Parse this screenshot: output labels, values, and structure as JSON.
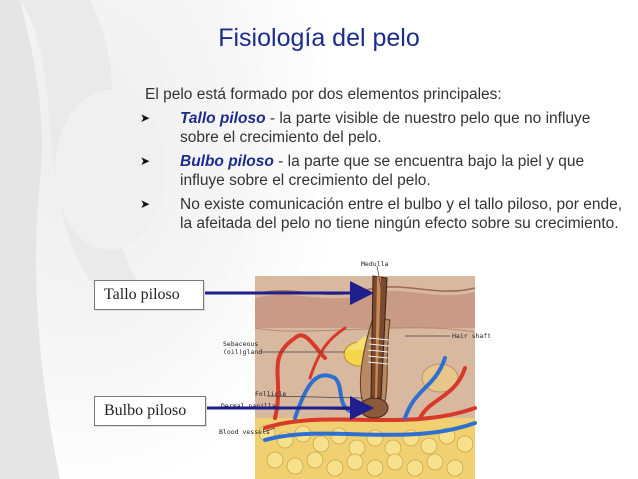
{
  "slide": {
    "title": "Fisiología del pelo",
    "intro": "El pelo está formado por dos elementos principales:",
    "bullets": [
      {
        "emph": "Tallo piloso",
        "text": " - la parte visible de nuestro pelo que no influye sobre el crecimiento del pelo."
      },
      {
        "emph": "Bulbo piloso",
        "text": " - la parte que se encuentra bajo la piel y que influye sobre el crecimiento del pelo."
      },
      {
        "emph": "",
        "text": "No existe comunicación entre el bulbo y el tallo piloso, por ende, la afeitada del pelo no tiene ningún efecto sobre su crecimiento."
      }
    ]
  },
  "labels": {
    "tallo": "Tallo piloso",
    "bulbo": "Bulbo piloso"
  },
  "diagram": {
    "medulla": "Medulla",
    "hair_shaft": "Hair shaft",
    "sebaceous": "Sebaceous",
    "oil_gland": "(oil)gland",
    "follicle": "Follicle",
    "dermal_papilla": "Dermal papilla",
    "blood_vessels": "Blood vessels"
  },
  "colors": {
    "title": "#1b2c8a",
    "arrow": "#1e1e8c",
    "skin": "#d8b9a0",
    "hair": "#7a4a2e",
    "fat": "#f2d46a",
    "vein": "#2e6fd0",
    "artery": "#d83a2a"
  },
  "icons": {
    "bullet": "arrowhead-bullet-icon"
  }
}
